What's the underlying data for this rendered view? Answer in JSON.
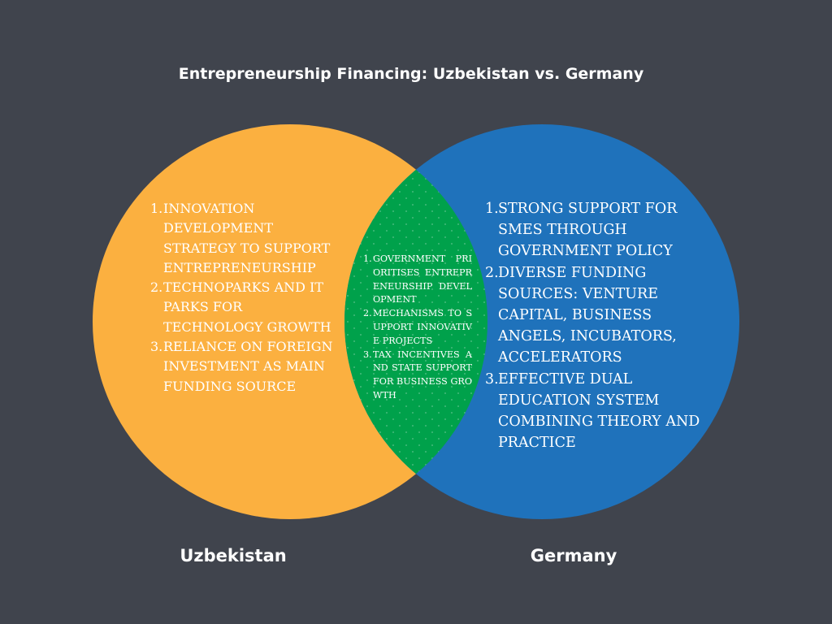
{
  "title": "Entrepreneurship Financing: Uzbekistan vs. Germany",
  "colors": {
    "background": "#40444d",
    "left_circle": "#fbb040",
    "right_circle": "#1f72bb",
    "overlap": "#00a14b",
    "text": "#ffffff"
  },
  "left": {
    "label": "Uzbekistan",
    "items": [
      "Innovation development strategy to support entrepreneurship",
      "Technoparks and IT parks for technology growth",
      "Reliance on foreign investment as main funding source"
    ]
  },
  "right": {
    "label": "Germany",
    "items": [
      "Strong support for SMEs through government policy",
      "Diverse funding sources: venture capital, business angels, incubators, accelerators",
      "Effective dual education system combining theory and practice"
    ]
  },
  "overlap": {
    "items": [
      "Government prioritises entrepreneurship development",
      "Mechanisms to support innovative projects",
      "Tax incentives and state support for business growth"
    ]
  },
  "numbers": [
    "1.",
    "2.",
    "3."
  ]
}
